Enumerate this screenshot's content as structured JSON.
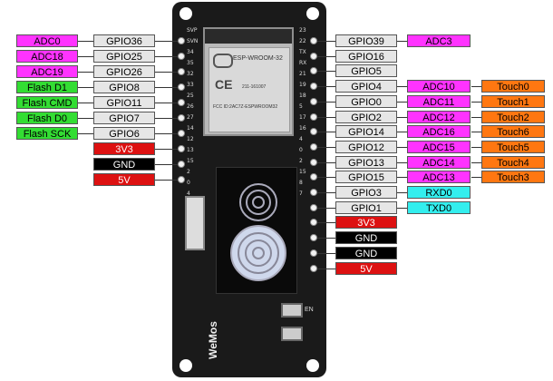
{
  "board": {
    "logo_text": "WeMos",
    "module_title": "ESP-WROOM-32",
    "module_lines": [
      "FCC ID:2AC7Z-ESPWROOM32",
      "211-161007"
    ],
    "silk": {
      "left": [
        "SVP",
        "SVN",
        "34",
        "35",
        "32",
        "33",
        "25",
        "26",
        "27",
        "14",
        "12",
        "13",
        "15",
        "2",
        "0",
        "4"
      ],
      "right": [
        "23",
        "22",
        "TX",
        "RX",
        "21",
        "19",
        "18",
        "5",
        "17",
        "16",
        "4",
        "0",
        "2",
        "15",
        "8",
        "7"
      ],
      "en": "EN"
    }
  },
  "left_rows": [
    {
      "pin": "GPIO36",
      "extra": [
        {
          "text": "ADC0",
          "color": "#ff33ff",
          "tc": "#000"
        }
      ]
    },
    {
      "pin": "GPIO25",
      "extra": [
        {
          "text": "ADC18",
          "color": "#ff33ff",
          "tc": "#000"
        }
      ]
    },
    {
      "pin": "GPIO26",
      "extra": [
        {
          "text": "ADC19",
          "color": "#ff33ff",
          "tc": "#000"
        }
      ]
    },
    {
      "pin": "GPIO8",
      "extra": [
        {
          "text": "Flash D1",
          "color": "#33dd33",
          "tc": "#000"
        }
      ]
    },
    {
      "pin": "GPIO11",
      "extra": [
        {
          "text": "Flash CMD",
          "color": "#33dd33",
          "tc": "#000"
        }
      ]
    },
    {
      "pin": "GPIO7",
      "extra": [
        {
          "text": "Flash D0",
          "color": "#33dd33",
          "tc": "#000"
        }
      ]
    },
    {
      "pin": "GPIO6",
      "extra": [
        {
          "text": "Flash SCK",
          "color": "#33dd33",
          "tc": "#000"
        }
      ]
    },
    {
      "pin": "3V3",
      "pincolor": "#dd1111",
      "pintc": "#fff",
      "extra": []
    },
    {
      "pin": "GND",
      "pincolor": "#000000",
      "pintc": "#fff",
      "extra": []
    },
    {
      "pin": "5V",
      "pincolor": "#dd1111",
      "pintc": "#fff",
      "extra": []
    }
  ],
  "right_rows": [
    {
      "pin": "GPIO39",
      "extra": [
        {
          "text": "ADC3",
          "color": "#ff33ff",
          "tc": "#000"
        }
      ]
    },
    {
      "pin": "GPIO16",
      "extra": []
    },
    {
      "pin": "GPIO5",
      "extra": []
    },
    {
      "pin": "GPIO4",
      "extra": [
        {
          "text": "ADC10",
          "color": "#ff33ff",
          "tc": "#000"
        },
        {
          "text": "Touch0",
          "color": "#ff7711",
          "tc": "#000"
        }
      ]
    },
    {
      "pin": "GPIO0",
      "extra": [
        {
          "text": "ADC11",
          "color": "#ff33ff",
          "tc": "#000"
        },
        {
          "text": "Touch1",
          "color": "#ff7711",
          "tc": "#000"
        }
      ]
    },
    {
      "pin": "GPIO2",
      "extra": [
        {
          "text": "ADC12",
          "color": "#ff33ff",
          "tc": "#000"
        },
        {
          "text": "Touch2",
          "color": "#ff7711",
          "tc": "#000"
        }
      ]
    },
    {
      "pin": "GPIO14",
      "extra": [
        {
          "text": "ADC16",
          "color": "#ff33ff",
          "tc": "#000"
        },
        {
          "text": "Touch6",
          "color": "#ff7711",
          "tc": "#000"
        }
      ]
    },
    {
      "pin": "GPIO12",
      "extra": [
        {
          "text": "ADC15",
          "color": "#ff33ff",
          "tc": "#000"
        },
        {
          "text": "Touch5",
          "color": "#ff7711",
          "tc": "#000"
        }
      ]
    },
    {
      "pin": "GPIO13",
      "extra": [
        {
          "text": "ADC14",
          "color": "#ff33ff",
          "tc": "#000"
        },
        {
          "text": "Touch4",
          "color": "#ff7711",
          "tc": "#000"
        }
      ]
    },
    {
      "pin": "GPIO15",
      "extra": [
        {
          "text": "ADC13",
          "color": "#ff33ff",
          "tc": "#000"
        },
        {
          "text": "Touch3",
          "color": "#ff7711",
          "tc": "#000"
        }
      ]
    },
    {
      "pin": "GPIO3",
      "extra": [
        {
          "text": "RXD0",
          "color": "#33eeee",
          "tc": "#000"
        }
      ]
    },
    {
      "pin": "GPIO1",
      "extra": [
        {
          "text": "TXD0",
          "color": "#33eeee",
          "tc": "#000"
        }
      ]
    },
    {
      "pin": "3V3",
      "pincolor": "#dd1111",
      "pintc": "#fff",
      "extra": []
    },
    {
      "pin": "GND",
      "pincolor": "#000000",
      "pintc": "#fff",
      "extra": []
    },
    {
      "pin": "GND",
      "pincolor": "#000000",
      "pintc": "#fff",
      "extra": []
    },
    {
      "pin": "5V",
      "pincolor": "#dd1111",
      "pintc": "#fff",
      "extra": []
    }
  ],
  "colors": {
    "pin_default": "#e6e6e6",
    "board": "#1a1a1a",
    "module": "#c8c8c8"
  }
}
